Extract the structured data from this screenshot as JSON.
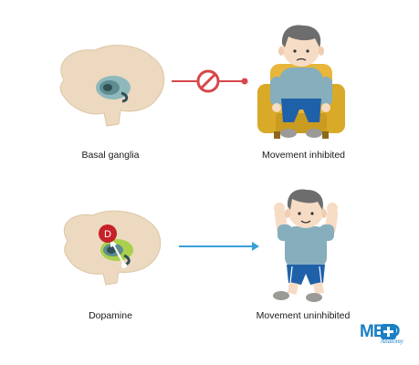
{
  "labels": {
    "basal_ganglia": "Basal ganglia",
    "movement_inhibited": "Movement inhibited",
    "dopamine": "Dopamine",
    "movement_uninhibited": "Movement uninhibited"
  },
  "dopamine_marker": "D",
  "logo": {
    "text": "ME D",
    "subtext": "Anatomy"
  },
  "colors": {
    "brain": "#ecd9bf",
    "basal_ganglia_outer": "#8fb8bc",
    "basal_ganglia_inner": "#2f5055",
    "inhibition_red": "#d8464a",
    "excitation_blue": "#3aa0d8",
    "chair": "#d9a928",
    "shirt": "#86aebd",
    "pants": "#1f61a9",
    "hair": "#6d6d6d",
    "skin": "#f7dcc5",
    "logo_blue": "#1b7fc4"
  },
  "icons": [
    "no-symbol-icon",
    "arrow-right-icon",
    "dopamine-circle-icon"
  ]
}
